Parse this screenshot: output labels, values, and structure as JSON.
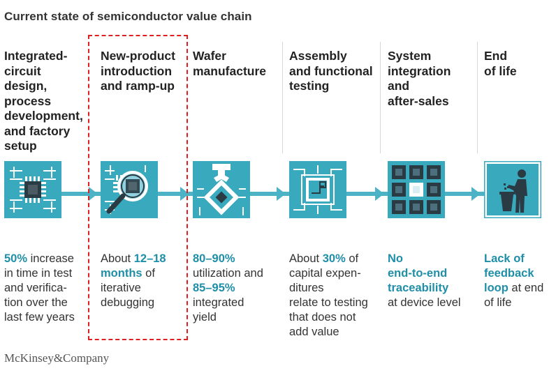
{
  "title": "Current state of semiconductor value chain",
  "brand": "McKinsey&Company",
  "colors": {
    "accent": "#1f8ea8",
    "tile": "#39a9be",
    "highlight": "#e02020"
  },
  "stages": [
    {
      "title": "Integrated-\ncircuit\ndesign,\nprocess\ndevelopment,\nand factory\nsetup",
      "icon": "chip-icon",
      "desc": [
        {
          "hl": "50%"
        },
        {
          "t": " increase\nin time in test\nand verifica-\ntion over the\nlast few years"
        }
      ]
    },
    {
      "title": "New-product\nintroduction\nand ramp-up",
      "icon": "magnifier-icon",
      "desc": [
        {
          "t": "About "
        },
        {
          "hl": "12–18\nmonths"
        },
        {
          "t": " of\niterative\ndebugging"
        }
      ]
    },
    {
      "title": "Wafer\nmanufacture",
      "icon": "wafer-icon",
      "desc": [
        {
          "hl": "80–90%"
        },
        {
          "t": "\nutilization and\n"
        },
        {
          "hl": "85–95%"
        },
        {
          "t": "\nintegrated\nyield"
        }
      ]
    },
    {
      "title": "Assembly\nand functional\ntesting",
      "icon": "circuit-board-icon",
      "desc": [
        {
          "t": "About "
        },
        {
          "hl": "30%"
        },
        {
          "t": " of\ncapital expen-\nditures\nrelate to testing\nthat does not\nadd value"
        }
      ]
    },
    {
      "title": "System\nintegration\nand\nafter-sales",
      "icon": "grid-system-icon",
      "desc": [
        {
          "hl": "No\nend-to-end\ntraceability"
        },
        {
          "t": "\nat device level"
        }
      ]
    },
    {
      "title": "End\nof life",
      "icon": "trash-person-icon",
      "desc": [
        {
          "hl": "Lack of\nfeedback\nloop"
        },
        {
          "t": " at end\nof life"
        }
      ]
    }
  ]
}
